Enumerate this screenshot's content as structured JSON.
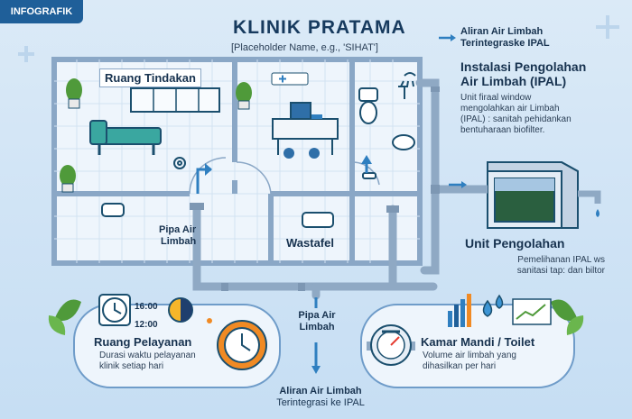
{
  "tag": "INFOGRAFIK",
  "header": {
    "title": "KLINIK PRATAMA",
    "subtitle": "[Placeholder Name, e.g., 'SIHAT']"
  },
  "top_legend": {
    "line1": "Aliran Air Limbah",
    "line2": "Terintegraske IPAL"
  },
  "ipal": {
    "title_line1": "Instalasi Pengolahan",
    "title_line2": "Air Limbah (IPAL)",
    "desc_line1": "Unit firaal window",
    "desc_line2": "mengolahkan air Limbah",
    "desc_line3": "(IPAL) : sanitah pehidankan",
    "desc_line4": "bentuharaan biofilter."
  },
  "rooms": {
    "tindakan": "Ruang Tindakan",
    "wastafel": "Wastafel",
    "pipa_left_1": "Pipa Air",
    "pipa_left_2": "Limbah"
  },
  "unit": {
    "title": "Unit Pengolahan",
    "desc_line1": "Pemelihanan IPAL ws",
    "desc_line2": "sanitasi tap: dan biltor"
  },
  "pelayanan": {
    "time1": "16:00",
    "time2": "12:00",
    "title": "Ruang Pelayanan",
    "desc_line1": "Durasi waktu pelayanan",
    "desc_line2": "klinik setiap hari"
  },
  "center": {
    "pipa_1": "Pipa Air",
    "pipa_2": "Limbah",
    "bottom_1": "Aliran Air Limbah",
    "bottom_2": "Terintegrasi ke IPAL"
  },
  "toilet": {
    "title": "Kamar Mandi / Toilet",
    "desc_line1": "Volume air limbah yang",
    "desc_line2": "dihasilkan per hari"
  },
  "colors": {
    "pipe": "#8fa9c4",
    "accent": "#2f7fc0",
    "orange": "#f08a24",
    "green": "#4f9a3a"
  }
}
